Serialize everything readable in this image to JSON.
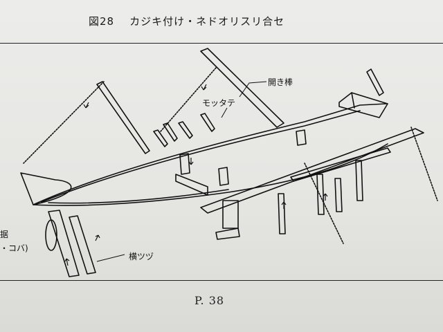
{
  "figure": {
    "number": "図28",
    "title": "カジキ付け・ネドオリスリ合セ"
  },
  "labels": {
    "opening_pole": "開き棒",
    "mottate": "モッタテ",
    "yoko_tsuzu": "横ツヅ",
    "cut_left_top": "据",
    "cut_left_bottom": "・コバ)"
  },
  "footer": {
    "page_number": "P. 38"
  }
}
